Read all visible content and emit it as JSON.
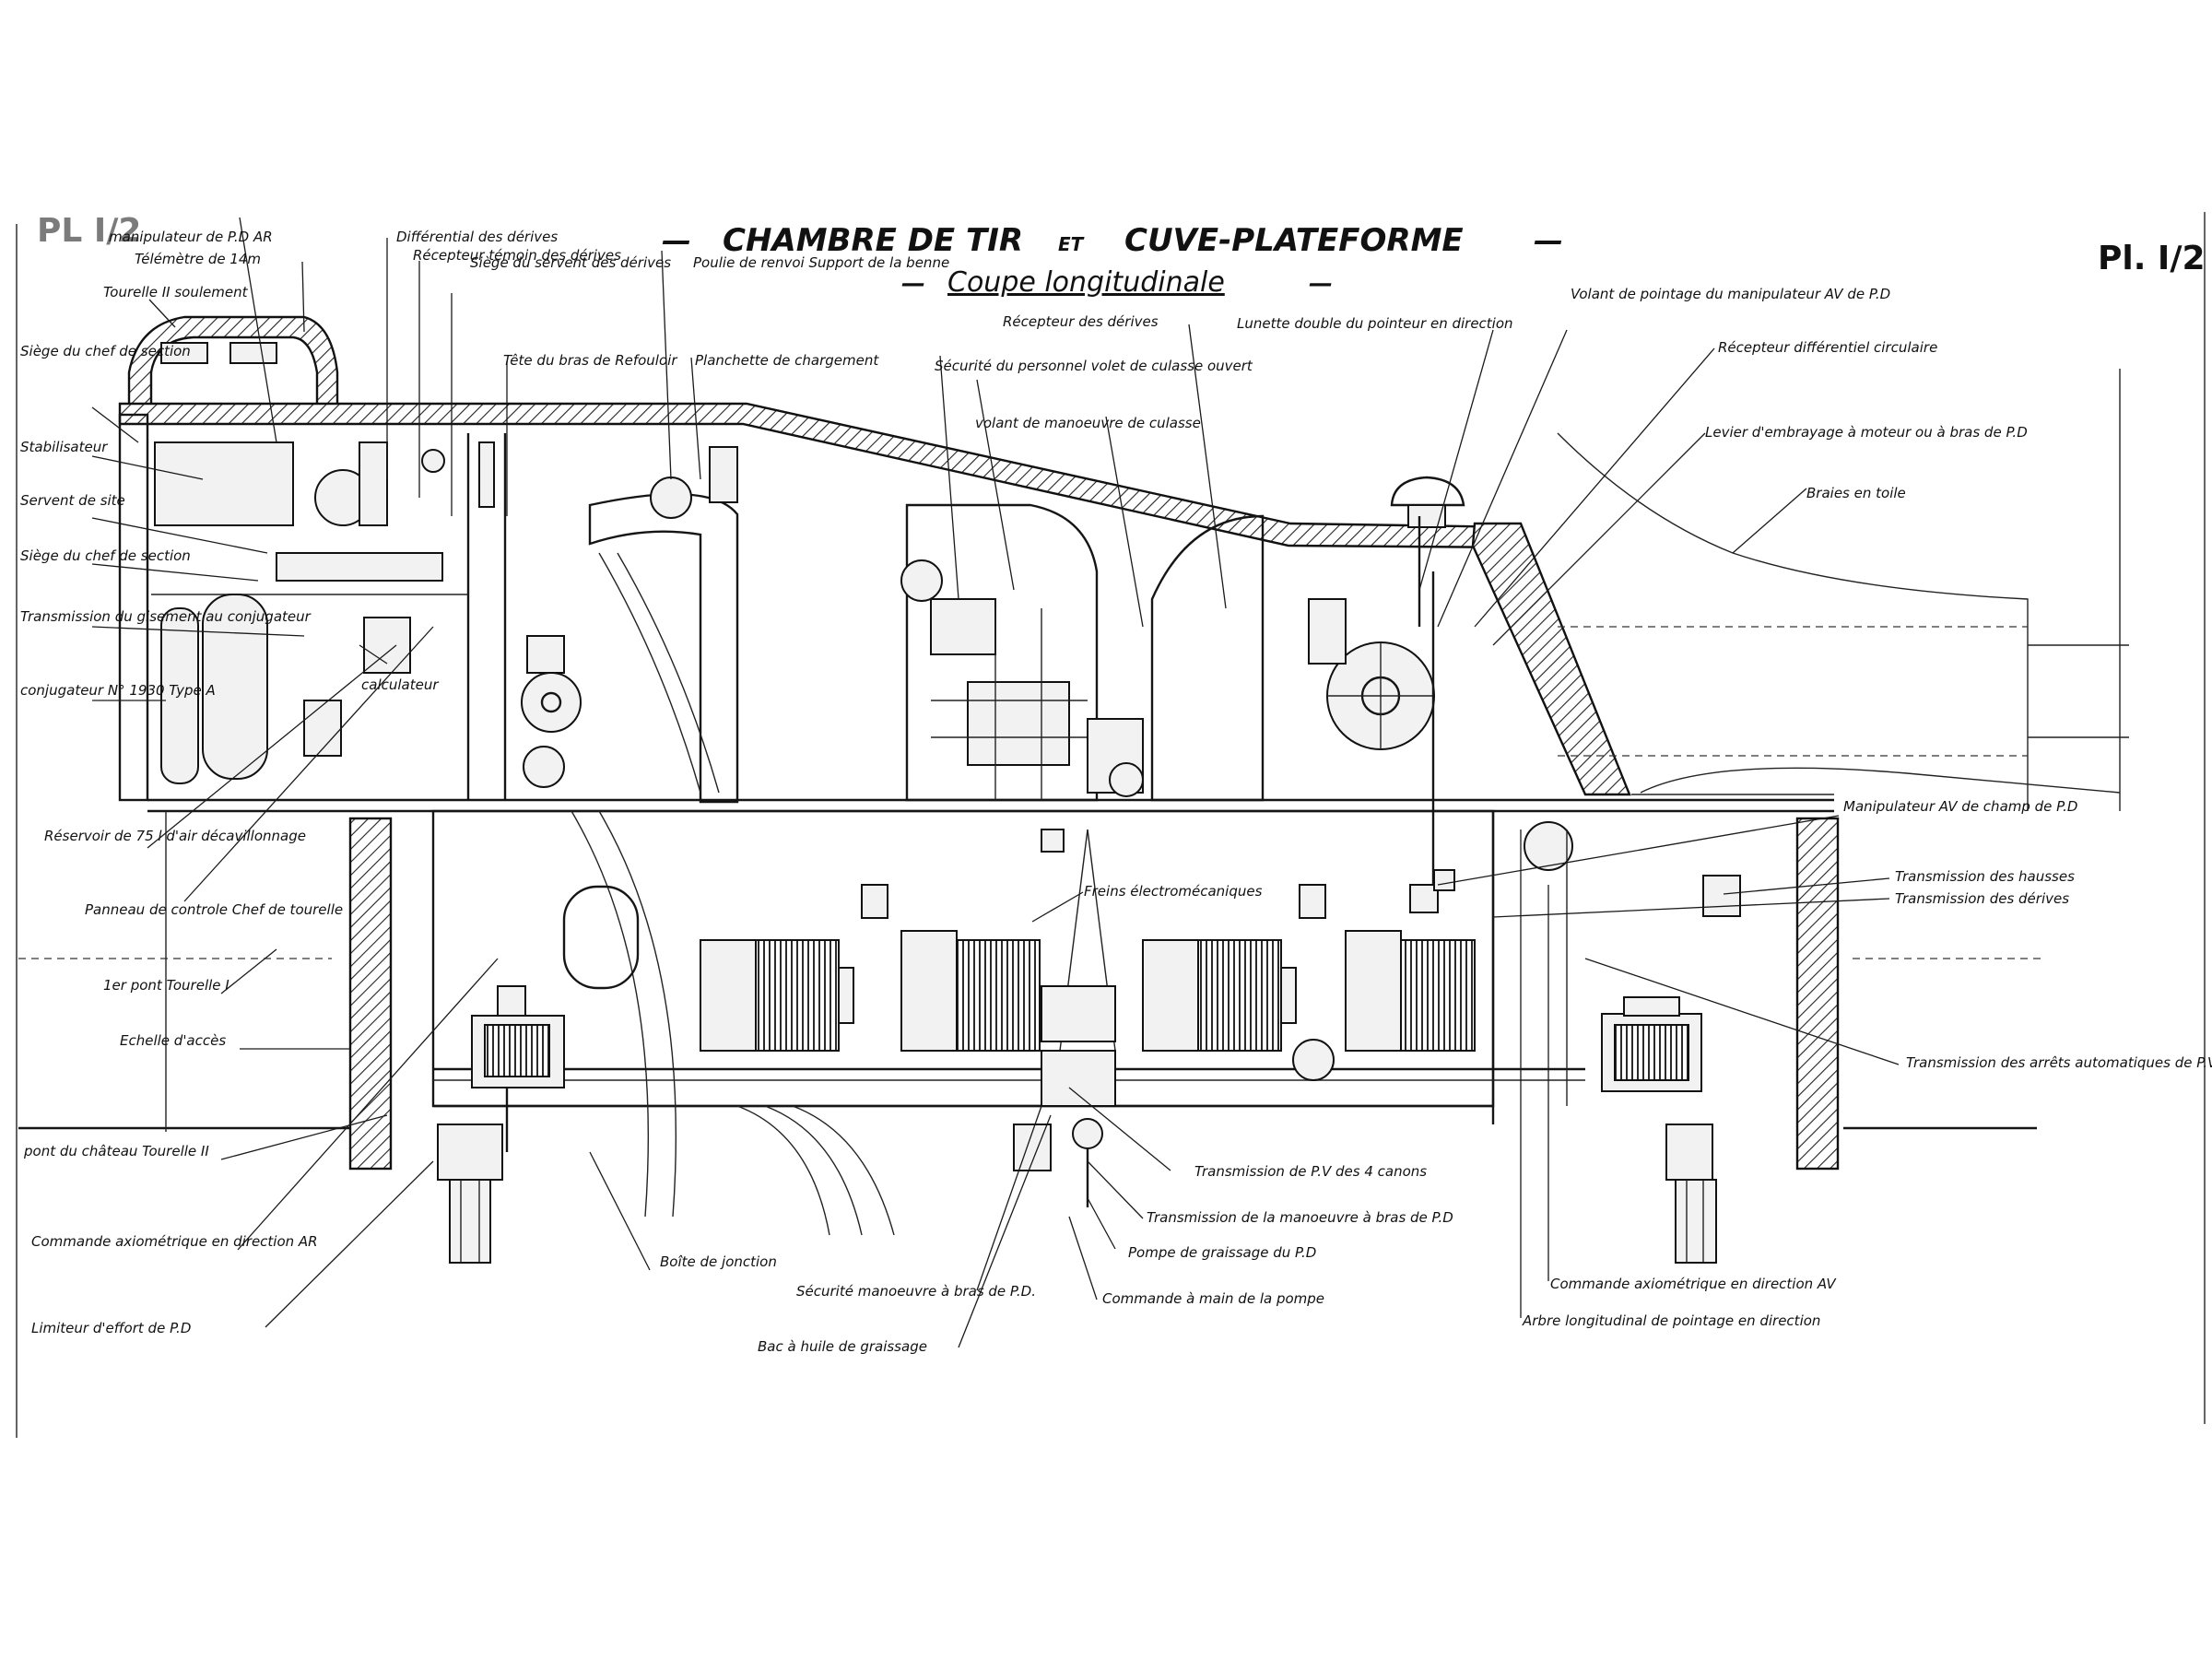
{
  "header": {
    "plate_top_left": "PL I/2",
    "plate_top_right": "Pl. I/2",
    "title_left": "CHAMBRE DE TIR",
    "title_mid": "ET",
    "title_right": "CUVE-PLATEFORME",
    "subtitle": "Coupe longitudinale",
    "dash": "—"
  },
  "labels": {
    "manipulateur_pd_ar": "manipulateur de P.D AR",
    "telemetre_14m": "Télémètre de 14m",
    "tourelle_ii_soulement": "Tourelle II soulement",
    "differential_derives": "Différential des dérives",
    "recepteur_temoin_derives": "Récepteur témoin des dérives",
    "siege_servent_derives": "Siège du servent des dérives",
    "tete_bras_refouloir": "Tête du bras de Refouloir",
    "poulie_renvoi": "Poulie de renvoi Support de la benne",
    "planchette_chargement": "Planchette de chargement",
    "securite_personnel": "Sécurité du personnel volet de culasse ouvert",
    "volant_manoeuvre_culasse": "volant de manoeuvre de culasse",
    "recepteur_derives": "Récepteur des dérives",
    "lunette_double_pointeur": "Lunette double du pointeur en direction",
    "volant_pointage_manipulateur": "Volant de pointage du manipulateur AV de P.D",
    "recepteur_differentiel_circulaire": "Récepteur différentiel circulaire",
    "levier_embrayage": "Levier d'embrayage à moteur ou à bras de P.D",
    "braies_en_toile": "Braies en toile",
    "siege_chef_section": "Siège du chef de section",
    "stabilisateur": "Stabilisateur",
    "servent_site": "Servent de site",
    "siege_chef_section_2": "Siège du chef de section",
    "transmission_gisement": "Transmission du gisement au conjugateur",
    "conjugateur": "conjugateur N° 1930 Type A",
    "calculateur": "calculateur",
    "reservoir_air": "Réservoir de 75 l d'air décavillonnage",
    "panneau_controle": "Panneau de controle Chef de tourelle",
    "pont_tourelle_i": "1er pont Tourelle I",
    "echelle_acces": "Echelle d'accès",
    "pont_chateau": "pont du château Tourelle II",
    "commande_axiometrique_ar": "Commande axiométrique en direction AR",
    "limiteur_effort": "Limiteur d'effort de P.D",
    "boite_jonction": "Boîte de jonction",
    "securite_manoeuvre_bras": "Sécurité manoeuvre à bras de P.D.",
    "bac_huile": "Bac à huile de graissage",
    "freins_electromecaniques": "Freins électromécaniques",
    "manipulateur_av_champ": "Manipulateur AV de champ de P.D",
    "transmission_hausses": "Transmission des hausses",
    "transmission_derives": "Transmission des dérives",
    "transmission_arrets_auto": "Transmission des arrêts automatiques de P.V",
    "transmission_pv_4_canons": "Transmission de P.V des 4 canons",
    "transmission_manoeuvre_bras_pd": "Transmission de la manoeuvre à bras de P.D",
    "pompe_graissage_pd": "Pompe de graissage du P.D",
    "commande_main_pompe": "Commande à main de la pompe",
    "commande_axiometrique_av": "Commande axiométrique en direction AV",
    "arbre_longitudinal": "Arbre longitudinal de pointage en direction"
  },
  "icons": [
    "turret-section-drawing",
    "gun-cradle-drawing",
    "electric-motor-drawing",
    "pinion-gear-drawing"
  ],
  "colors": {
    "ink": "#151515",
    "paper": "#ffffff"
  }
}
